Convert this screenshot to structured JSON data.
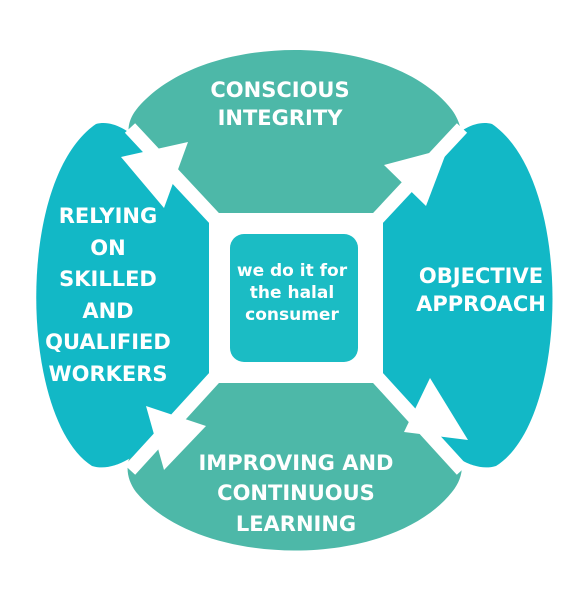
{
  "diagram": {
    "center": {
      "text": "we do it for\nthe halal\nconsumer"
    },
    "segments": {
      "top": {
        "text": "CONSCIOUS\nINTEGRITY"
      },
      "right": {
        "text": "OBJECTIVE\nAPPROACH"
      },
      "bottom": {
        "text": "IMPROVING AND\nCONTINUOUS\nLEARNING"
      },
      "left": {
        "text": "RELYING\nON\nSKILLED\nAND\nQUALIFIED\nWORKERS"
      }
    },
    "colors": {
      "top_bottom_segments": "#4db8a8",
      "left_right_segments": "#12b8c6",
      "center_box": "#1bbcc4",
      "arrows": "#ffffff",
      "text": "#ffffff"
    }
  }
}
